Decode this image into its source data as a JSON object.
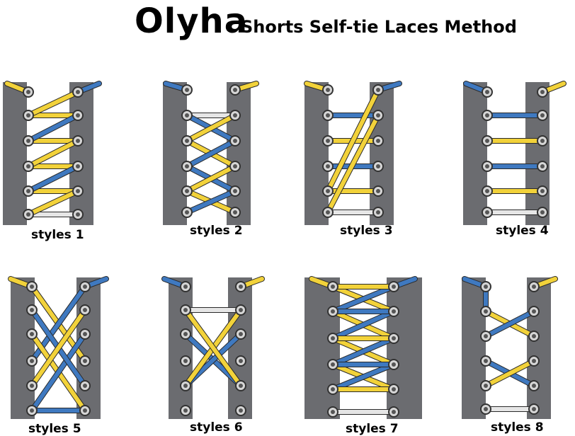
{
  "title": {
    "brand": "Olyha",
    "subtitle": "Shorts Self-tie Laces Method"
  },
  "styles": [
    {
      "label": "styles 1"
    },
    {
      "label": "styles 2"
    },
    {
      "label": "styles 3"
    },
    {
      "label": "styles 4"
    },
    {
      "label": "styles 5"
    },
    {
      "label": "styles 6"
    },
    {
      "label": "styles 7"
    },
    {
      "label": "styles 8"
    }
  ],
  "colors": {
    "flap": "#6b6c70",
    "lace_yellow": "#f2d23a",
    "lace_blue": "#3f79c0",
    "lace_white": "#e6e6e6",
    "eyelet": "#d6d6d6"
  }
}
